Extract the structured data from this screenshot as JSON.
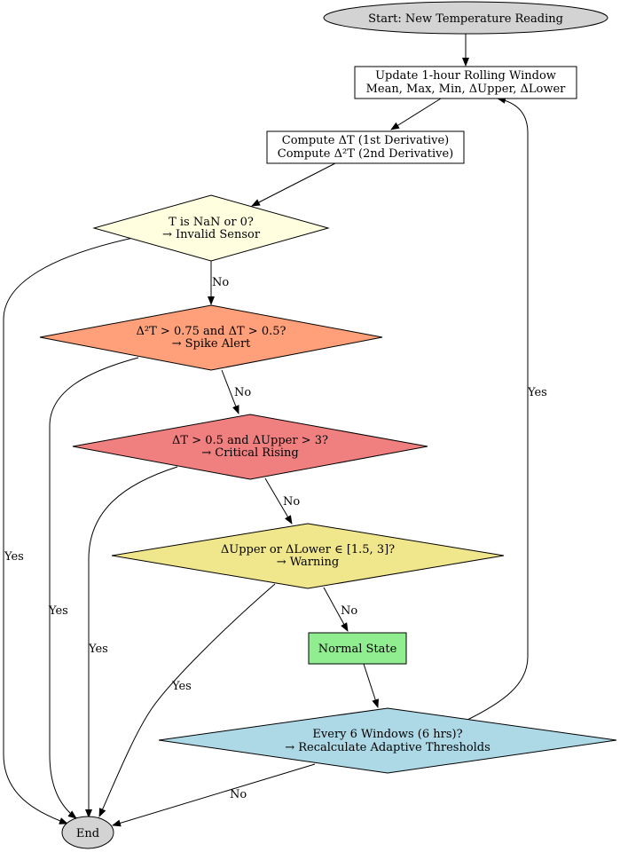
{
  "nodes": {
    "start": {
      "lines": [
        "Start: New Temperature Reading"
      ],
      "fill": "#d3d3d3"
    },
    "update_window": {
      "lines": [
        "Update 1-hour Rolling Window",
        "Mean, Max, Min, ΔUpper, ΔLower"
      ],
      "fill": "#ffffff"
    },
    "compute_derivs": {
      "lines": [
        "Compute ΔT (1st Derivative)",
        "Compute Δ²T (2nd Derivative)"
      ],
      "fill": "#ffffff"
    },
    "invalid_check": {
      "lines": [
        "T is NaN or 0?",
        "→ Invalid Sensor"
      ],
      "fill": "#ffffe0"
    },
    "spike_check": {
      "lines": [
        "Δ²T > 0.75 and ΔT > 0.5?",
        "→ Spike Alert"
      ],
      "fill": "#ffa07a"
    },
    "critical_check": {
      "lines": [
        "ΔT > 0.5 and ΔUpper > 3?",
        "→ Critical Rising"
      ],
      "fill": "#f08080"
    },
    "warning_check": {
      "lines": [
        "ΔUpper or ΔLower ∈ [1.5, 3]?",
        "→ Warning"
      ],
      "fill": "#f0e68c"
    },
    "normal": {
      "lines": [
        "Normal State"
      ],
      "fill": "#90ee90"
    },
    "recalc_check": {
      "lines": [
        "Every 6 Windows (6 hrs)?",
        "→ Recalculate Adaptive Thresholds"
      ],
      "fill": "#add8e6"
    },
    "end": {
      "lines": [
        "End"
      ],
      "fill": "#d3d3d3"
    }
  },
  "edges": {
    "invalid_yes": "Yes",
    "invalid_no": "No",
    "spike_yes": "Yes",
    "spike_no": "No",
    "critical_yes": "Yes",
    "critical_no": "No",
    "warning_yes": "Yes",
    "warning_no": "No",
    "recalc_yes": "Yes",
    "recalc_no": "No"
  }
}
